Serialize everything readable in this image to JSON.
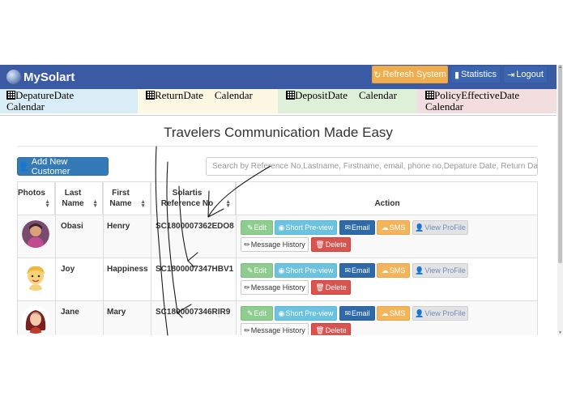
{
  "navbar": {
    "brand": "MySolart",
    "refresh_label": "Refresh System",
    "statistics_label": "Statistics",
    "logout_label": "Logout"
  },
  "date_filters": [
    {
      "label": "DepatureDate",
      "suffix": "Calendar"
    },
    {
      "label": "ReturnDate",
      "suffix": "Calendar"
    },
    {
      "label": "DepositDate",
      "suffix": "Calendar"
    },
    {
      "label": "PolicyEffectiveDate",
      "suffix": "Calendar"
    }
  ],
  "page_title": "Travelers Communication Made Easy",
  "add_customer_label": "Add New Customer",
  "search": {
    "placeholder": "Search by Reference No,Lastname, Firstname, email, phone no,Depature Date, Return Date"
  },
  "table": {
    "headers": {
      "photos": "Photos",
      "last_name_1": "Last",
      "last_name_2": "Name",
      "first_name_1": "First",
      "first_name_2": "Name",
      "ref_1": "Solartis",
      "ref_2": "Reference No",
      "action": "Action"
    },
    "rows": [
      {
        "last": "Obasi",
        "first": "Henry",
        "ref": "SC1800007362EDO8"
      },
      {
        "last": "Joy",
        "first": "Happiness",
        "ref": "SC1800007347HBV1"
      },
      {
        "last": "Jane",
        "first": "Mary",
        "ref": "SC1800007346RIR9"
      }
    ],
    "actions": {
      "edit": "Edit",
      "preview": "Short Pre-view",
      "email": "Email",
      "sms": "SMS",
      "profile": "View ProFile",
      "history": "Message History",
      "delete": "Delete"
    }
  },
  "colors": {
    "navbar": "#3a5aa3",
    "refresh": "#f0ad4e",
    "primary": "#337ab7",
    "delete": "#d9534f"
  }
}
